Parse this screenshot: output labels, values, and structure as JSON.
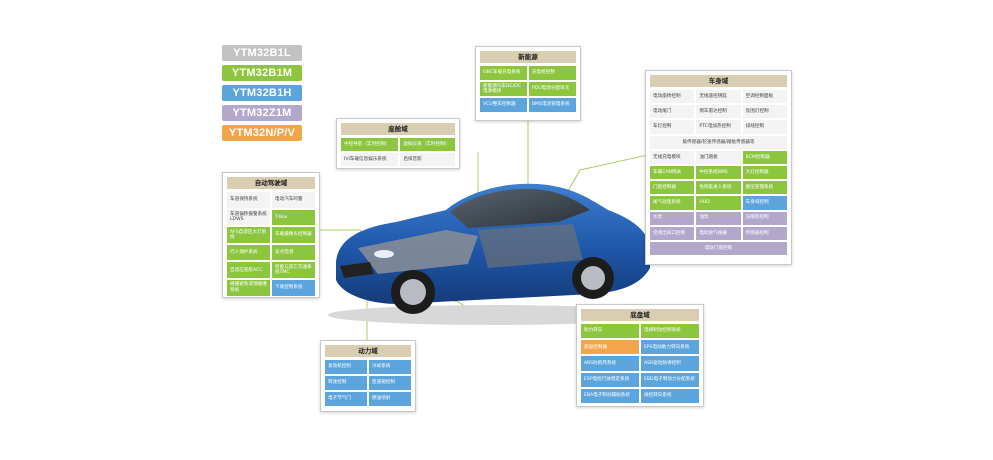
{
  "colors": {
    "gray": "#c2c2c2",
    "green": "#8cc63f",
    "blue": "#5ba4dc",
    "purple": "#b3a8cc",
    "orange": "#f2a54a"
  },
  "legend": [
    {
      "label": "YTM32B1L",
      "color": "gray"
    },
    {
      "label": "YTM32B1M",
      "color": "green"
    },
    {
      "label": "YTM32B1H",
      "color": "blue"
    },
    {
      "label": "YTM32Z1M",
      "color": "purple"
    },
    {
      "label": "YTM32N/P/V",
      "color": "orange"
    }
  ],
  "panels": {
    "newenergy": {
      "title": "新能源",
      "cells": [
        {
          "text": "OBC车载充电系统",
          "color": "green"
        },
        {
          "text": "充电桩控制",
          "color": "green"
        },
        {
          "text": "新能源汽车DC/DC电源模块",
          "color": "green"
        },
        {
          "text": "PDU电源分配单元",
          "color": "green"
        },
        {
          "text": "VCU整车控制器",
          "color": "blue"
        },
        {
          "text": "BMS电池管理系统",
          "color": "blue"
        }
      ]
    },
    "cockpit": {
      "title": "座舱域",
      "cells": [
        {
          "text": "中控导航（实时控制）",
          "color": "green"
        },
        {
          "text": "虚拟仪表（实时控制）",
          "color": "green"
        },
        {
          "text": "IVI车载信息娱乐系统",
          "color": "white"
        },
        {
          "text": "后排音影",
          "color": "white"
        }
      ]
    },
    "adas": {
      "title": "自动驾驶域",
      "cells": [
        {
          "text": "车道保持系统",
          "color": "white"
        },
        {
          "text": "电动汽车鸣警",
          "color": "white"
        },
        {
          "text": "车道偏移报警系统LDWS",
          "color": "white"
        },
        {
          "text": "T-Box",
          "color": "green"
        },
        {
          "text": "AFS自适应大灯系统",
          "color": "green"
        },
        {
          "text": "车载摄像头控制器",
          "color": "green"
        },
        {
          "text": "行人保护系统",
          "color": "green"
        },
        {
          "text": "盲点检测",
          "color": "green"
        },
        {
          "text": "自适应巡航ACC",
          "color": "green"
        },
        {
          "text": "智能与其它交通系统TMC",
          "color": "green"
        },
        {
          "text": "碰撞避免或预碰撞系统",
          "color": "green"
        },
        {
          "text": "下坡控制系统",
          "color": "blue"
        }
      ]
    },
    "power": {
      "title": "动力域",
      "cells": [
        {
          "text": "发动机控制",
          "color": "blue"
        },
        {
          "text": "冷却系统",
          "color": "blue"
        },
        {
          "text": "转速控制",
          "color": "blue"
        },
        {
          "text": "变速箱控制",
          "color": "blue"
        },
        {
          "text": "电子节气门",
          "color": "blue"
        },
        {
          "text": "燃油喷射",
          "color": "blue"
        }
      ]
    },
    "body": {
      "title": "车身域",
      "rows": [
        [
          {
            "text": "电动座椅控制",
            "color": "white"
          },
          {
            "text": "无线遥控钥匙",
            "color": "white"
          },
          {
            "text": "空调控制面板",
            "color": "white"
          }
        ],
        [
          {
            "text": "电动尾门",
            "color": "white"
          },
          {
            "text": "倒车雷达控制",
            "color": "white"
          },
          {
            "text": "氛围灯控制",
            "color": "white"
          }
        ],
        [
          {
            "text": "车灯控制",
            "color": "white"
          },
          {
            "text": "PTC电加热控制",
            "color": "white"
          },
          {
            "text": "排线控制",
            "color": "white"
          }
        ],
        [
          {
            "text": "角传感器/轮速传感器/踏板传感器等",
            "color": "white",
            "span": 3
          }
        ],
        [
          {
            "text": "无线充电模块",
            "color": "white"
          },
          {
            "text": "油门踏板",
            "color": "white"
          },
          {
            "text": "BCM控制器",
            "color": "green"
          }
        ],
        [
          {
            "text": "车载CAN网关",
            "color": "green"
          },
          {
            "text": "中控系统BMS",
            "color": "green"
          },
          {
            "text": "大灯控制器",
            "color": "green"
          }
        ],
        [
          {
            "text": "门窗控制器",
            "color": "green"
          },
          {
            "text": "免钥匙进入系统",
            "color": "green"
          },
          {
            "text": "胎压管理系统",
            "color": "green"
          }
        ],
        [
          {
            "text": "尾气处理系统",
            "color": "green"
          },
          {
            "text": "HUD",
            "color": "green"
          },
          {
            "text": "车身域控制",
            "color": "blue"
          }
        ],
        [
          {
            "text": "水泵",
            "color": "purple"
          },
          {
            "text": "油泵",
            "color": "purple"
          },
          {
            "text": "压缩机控制",
            "color": "purple"
          }
        ],
        [
          {
            "text": "空调出风口控制",
            "color": "purple"
          },
          {
            "text": "电动进气格栅",
            "color": "purple"
          },
          {
            "text": "传感器控制",
            "color": "purple"
          }
        ],
        [
          {
            "text": "电动门窗控制",
            "color": "purple",
            "span": 3
          }
        ]
      ]
    },
    "chassis": {
      "title": "底盘域",
      "cells": [
        {
          "text": "助力转向",
          "color": "green"
        },
        {
          "text": "电梯制动控制系统",
          "color": "green"
        },
        {
          "text": "底盘控制器",
          "color": "orange"
        },
        {
          "text": "EPS电动助力转向系统",
          "color": "blue"
        },
        {
          "text": "ABS防抱死系统",
          "color": "blue"
        },
        {
          "text": "ASR驱动防滑控制",
          "color": "blue"
        },
        {
          "text": "ESP电控行驶稳定系统",
          "color": "blue"
        },
        {
          "text": "EBD电子制动力分配系统",
          "color": "blue"
        },
        {
          "text": "EBA电子制动辅助系统",
          "color": "blue"
        },
        {
          "text": "线控转向系统",
          "color": "blue"
        }
      ]
    }
  }
}
